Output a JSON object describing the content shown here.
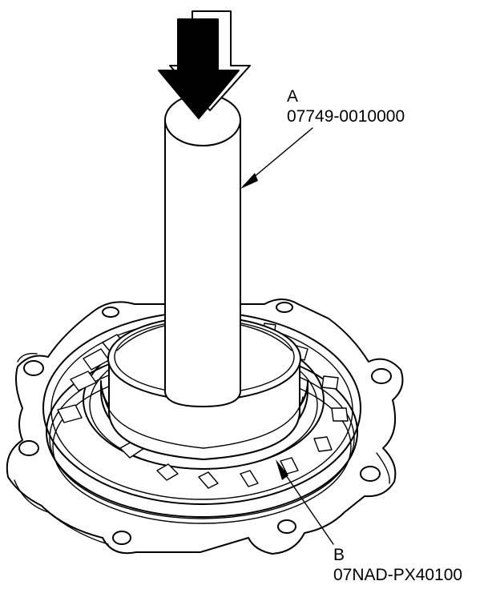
{
  "labels": {
    "tool_a": {
      "letter": "A",
      "part_number": "07749-0010000"
    },
    "tool_b": {
      "letter": "B",
      "part_number": "07NAD-PX40100"
    }
  },
  "colors": {
    "line": "#000000",
    "background": "#ffffff",
    "arrow": "#000000"
  },
  "icons": {
    "press_arrow": "down-arrow-icon"
  }
}
